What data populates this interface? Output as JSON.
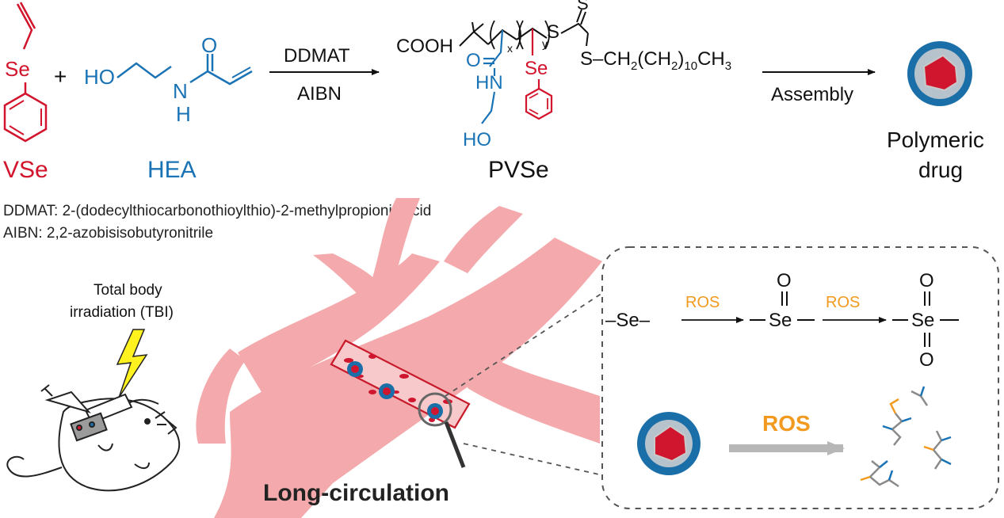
{
  "scheme": {
    "monomer1": {
      "name": "VSe",
      "atom": "Se"
    },
    "plus": "+",
    "monomer2": {
      "name": "HEA",
      "ho": "HO",
      "n": "N",
      "h": "H",
      "o": "O"
    },
    "step1": {
      "reagent_top": "DDMAT",
      "reagent_bottom": "AIBN"
    },
    "polymer": {
      "name": "PVSe",
      "cooh": "COOH",
      "x": "x",
      "y": "y",
      "o": "O",
      "hn": "HN",
      "ho": "HO",
      "se": "Se",
      "s1": "S",
      "s2": "S",
      "s3": "S–CH",
      "chain_sub1": "2",
      "chain_mid": "(CH",
      "chain_sub2": "2",
      "chain_paren": ")",
      "chain_sub3": "10",
      "chain_end": "CH",
      "chain_sub4": "3"
    },
    "step2": {
      "label": "Assembly"
    },
    "product": {
      "line1": "Polymeric",
      "line2": "drug"
    }
  },
  "abbreviations": {
    "ddmat": "DDMAT: 2-(dodecylthiocarbonothioylthio)-2-methylpropionic acid",
    "aibn": "AIBN: 2,2-azobisisobutyronitrile"
  },
  "bottom": {
    "tbi_line1": "Total body",
    "tbi_line2": "irradiation (TBI)",
    "circulation": "Long-circulation"
  },
  "inset": {
    "se1": "–Se–",
    "ros1": "ROS",
    "se2": "Se",
    "o1": "O",
    "ros2": "ROS",
    "se3": "Se",
    "o2": "O",
    "o3": "O",
    "ros_big": "ROS"
  },
  "colors": {
    "selenium_red": "#d2142c",
    "hea_blue": "#1a73b5",
    "ros_orange": "#f29a1f",
    "vessel_pink": "#f4aaac",
    "particle_shell": "#1b6fa8",
    "particle_core": "#d0162f",
    "lightning": "#fff21e"
  }
}
